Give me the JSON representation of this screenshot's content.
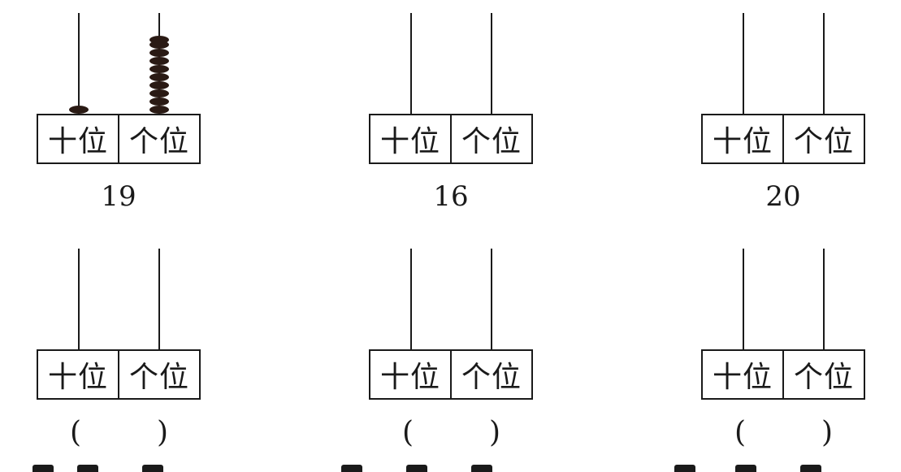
{
  "labels": {
    "tens": "十位",
    "ones": "个位"
  },
  "abacuses": [
    {
      "tens_beads": 1,
      "ones_beads": 9,
      "number": "19"
    },
    {
      "tens_beads": 0,
      "ones_beads": 0,
      "number": "16"
    },
    {
      "tens_beads": 0,
      "ones_beads": 0,
      "number": "20"
    },
    {
      "tens_beads": 0,
      "ones_beads": 0,
      "answer_open": "(",
      "answer_close": ")"
    },
    {
      "tens_beads": 0,
      "ones_beads": 0,
      "answer_open": "(",
      "answer_close": ")"
    },
    {
      "tens_beads": 0,
      "ones_beads": 0,
      "answer_open": "(",
      "answer_close": ")"
    }
  ],
  "bead_color": "#2a1a14"
}
